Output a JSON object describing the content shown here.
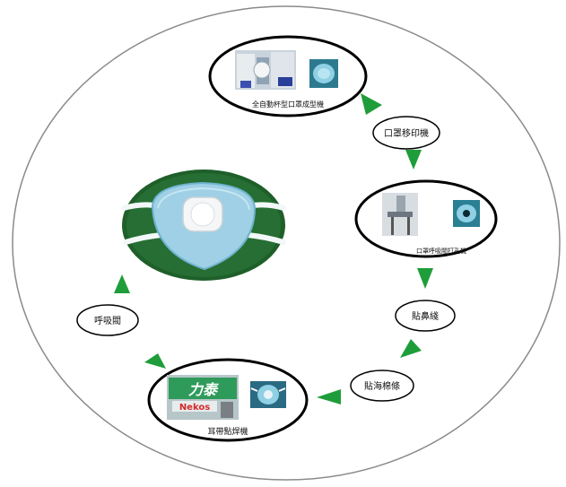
{
  "diagram": {
    "nodes": {
      "cup_forming_machine": "全自動杯型口罩成型機",
      "printing_machine": "口罩移印機",
      "valve_punching_machine": "口罩呼吸閥打孔機",
      "nose_wire": "貼鼻綫",
      "sponge_strip": "貼海棉條",
      "earloop_welding_machine": "耳帶點焊機",
      "exhalation_valve": "呼吸閥"
    },
    "logo_text": {
      "chinese": "力泰",
      "latin": "Nekos"
    },
    "colors": {
      "arrow": "#1f9d3a",
      "outline": "#000000",
      "outer_circle": "#888888",
      "mask": "#9fd0e6",
      "mask_background": "#1f5f2a"
    }
  }
}
